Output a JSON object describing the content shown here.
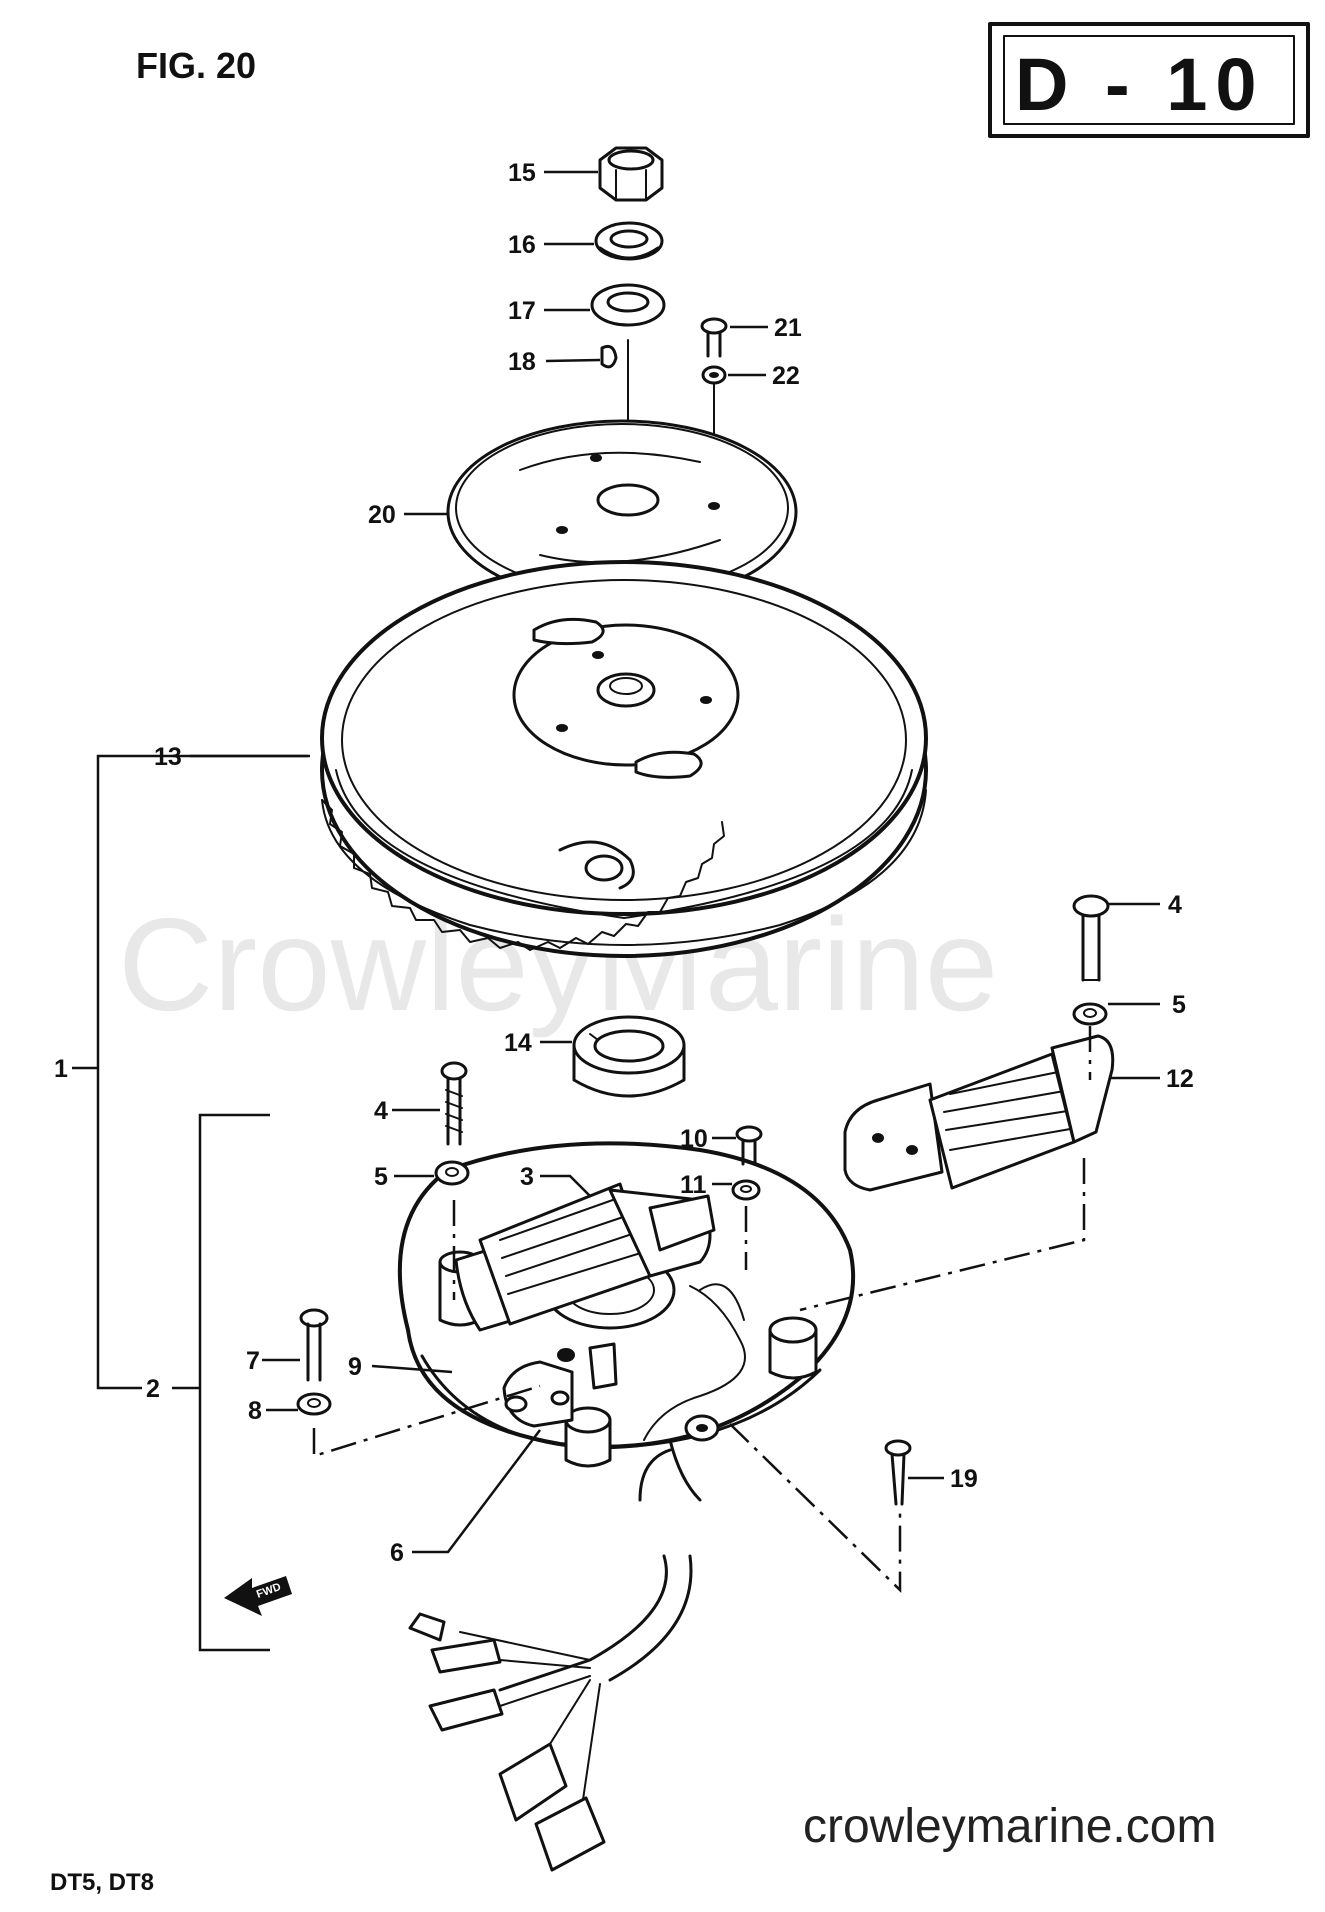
{
  "figure": {
    "title": "FIG. 20",
    "code": "D - 10",
    "models": "DT5, DT8"
  },
  "watermark": {
    "text": "CrowleyMarine",
    "site": "crowleymarine.com"
  },
  "arrow_label": "FWD",
  "callouts": [
    "1",
    "2",
    "3",
    "4",
    "4",
    "5",
    "5",
    "6",
    "7",
    "8",
    "9",
    "10",
    "11",
    "12",
    "13",
    "14",
    "15",
    "16",
    "17",
    "18",
    "19",
    "20",
    "21",
    "22"
  ]
}
